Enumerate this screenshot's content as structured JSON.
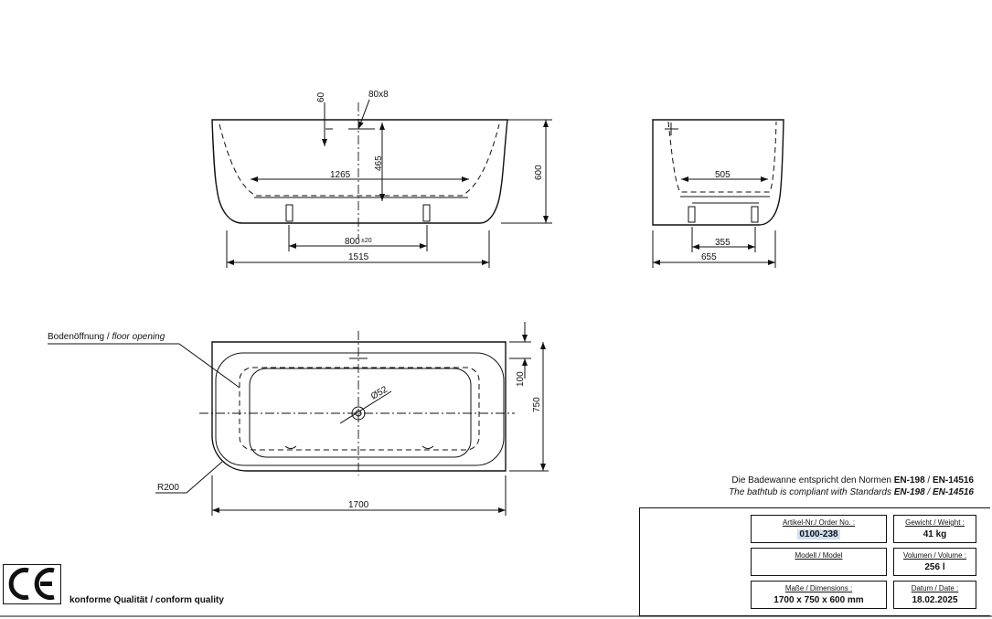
{
  "drawing": {
    "front_view": {
      "dims": {
        "overflow_offset": "60",
        "overflow_size": "80x8",
        "inner_height": "465",
        "inner_length": "1265",
        "height": "600",
        "feet_spacing": "800",
        "feet_tolerance": "±20",
        "length": "1515"
      }
    },
    "side_view": {
      "dims": {
        "inner_width": "505",
        "feet_width": "355",
        "width": "655"
      }
    },
    "top_view": {
      "labels": {
        "floor_opening_de": "Bodenöffnung / ",
        "floor_opening_en": "floor opening",
        "radius": "R200",
        "drain_diameter": "Ø52"
      },
      "dims": {
        "overflow_distance": "100",
        "width": "750",
        "length": "1700"
      }
    }
  },
  "compliance": {
    "de_text": "Die Badewanne entspricht den Normen ",
    "de_norm1": "EN-198",
    "separator": " / ",
    "de_norm2": "EN-14516",
    "en_text": "The bathtub is compliant with Standards ",
    "en_norm1": "EN-198",
    "en_norm2": "EN-14516"
  },
  "title_block": {
    "order_no": {
      "label": "Artikel-Nr./ Order No. :",
      "value": "0100-238"
    },
    "weight": {
      "label": "Gewicht / Weight :",
      "value": "41 kg"
    },
    "model": {
      "label": "Modell / Model",
      "value": ""
    },
    "volume": {
      "label": "Volumen / Volume :",
      "value": "256 l"
    },
    "dimensions": {
      "label": "Maße / Dimensions :",
      "value": "1700 x 750 x 600 mm"
    },
    "date": {
      "label": "Datum / Date :",
      "value": "18.02.2025"
    }
  },
  "footer": {
    "ce_mark": "CE",
    "quality_text": "konforme Qualität / conform quality"
  }
}
